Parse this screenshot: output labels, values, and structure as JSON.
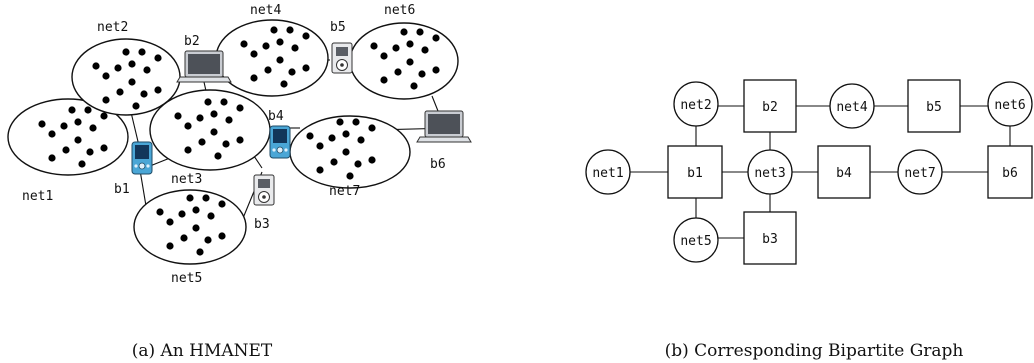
{
  "panel_a": {
    "caption": "(a) An HMANET",
    "networks": [
      {
        "id": "net1",
        "label": "net1"
      },
      {
        "id": "net2",
        "label": "net2"
      },
      {
        "id": "net3",
        "label": "net3"
      },
      {
        "id": "net4",
        "label": "net4"
      },
      {
        "id": "net5",
        "label": "net5"
      },
      {
        "id": "net6",
        "label": "net6"
      },
      {
        "id": "net7",
        "label": "net7"
      }
    ],
    "devices": [
      {
        "id": "b1",
        "label": "b1",
        "kind": "pda-icon"
      },
      {
        "id": "b2",
        "label": "b2",
        "kind": "laptop-icon"
      },
      {
        "id": "b3",
        "label": "b3",
        "kind": "media-player-icon"
      },
      {
        "id": "b4",
        "label": "b4",
        "kind": "pda-icon"
      },
      {
        "id": "b5",
        "label": "b5",
        "kind": "media-player-icon"
      },
      {
        "id": "b6",
        "label": "b6",
        "kind": "laptop-icon"
      }
    ]
  },
  "panel_b": {
    "caption": "(b) Corresponding Bipartite Graph",
    "circle_nodes": [
      {
        "id": "net1",
        "label": "net1"
      },
      {
        "id": "net2",
        "label": "net2"
      },
      {
        "id": "net3",
        "label": "net3"
      },
      {
        "id": "net4",
        "label": "net4"
      },
      {
        "id": "net5",
        "label": "net5"
      },
      {
        "id": "net6",
        "label": "net6"
      },
      {
        "id": "net7",
        "label": "net7"
      }
    ],
    "square_nodes": [
      {
        "id": "b1",
        "label": "b1"
      },
      {
        "id": "b2",
        "label": "b2"
      },
      {
        "id": "b3",
        "label": "b3"
      },
      {
        "id": "b4",
        "label": "b4"
      },
      {
        "id": "b5",
        "label": "b5"
      },
      {
        "id": "b6",
        "label": "b6"
      }
    ],
    "edges": [
      [
        "net1",
        "b1"
      ],
      [
        "net2",
        "b1"
      ],
      [
        "net2",
        "b2"
      ],
      [
        "net3",
        "b1"
      ],
      [
        "net3",
        "b2"
      ],
      [
        "net3",
        "b3"
      ],
      [
        "net3",
        "b4"
      ],
      [
        "net4",
        "b2"
      ],
      [
        "net4",
        "b5"
      ],
      [
        "net5",
        "b1"
      ],
      [
        "net5",
        "b3"
      ],
      [
        "net6",
        "b5"
      ],
      [
        "net6",
        "b6"
      ],
      [
        "net7",
        "b4"
      ],
      [
        "net7",
        "b6"
      ]
    ]
  }
}
